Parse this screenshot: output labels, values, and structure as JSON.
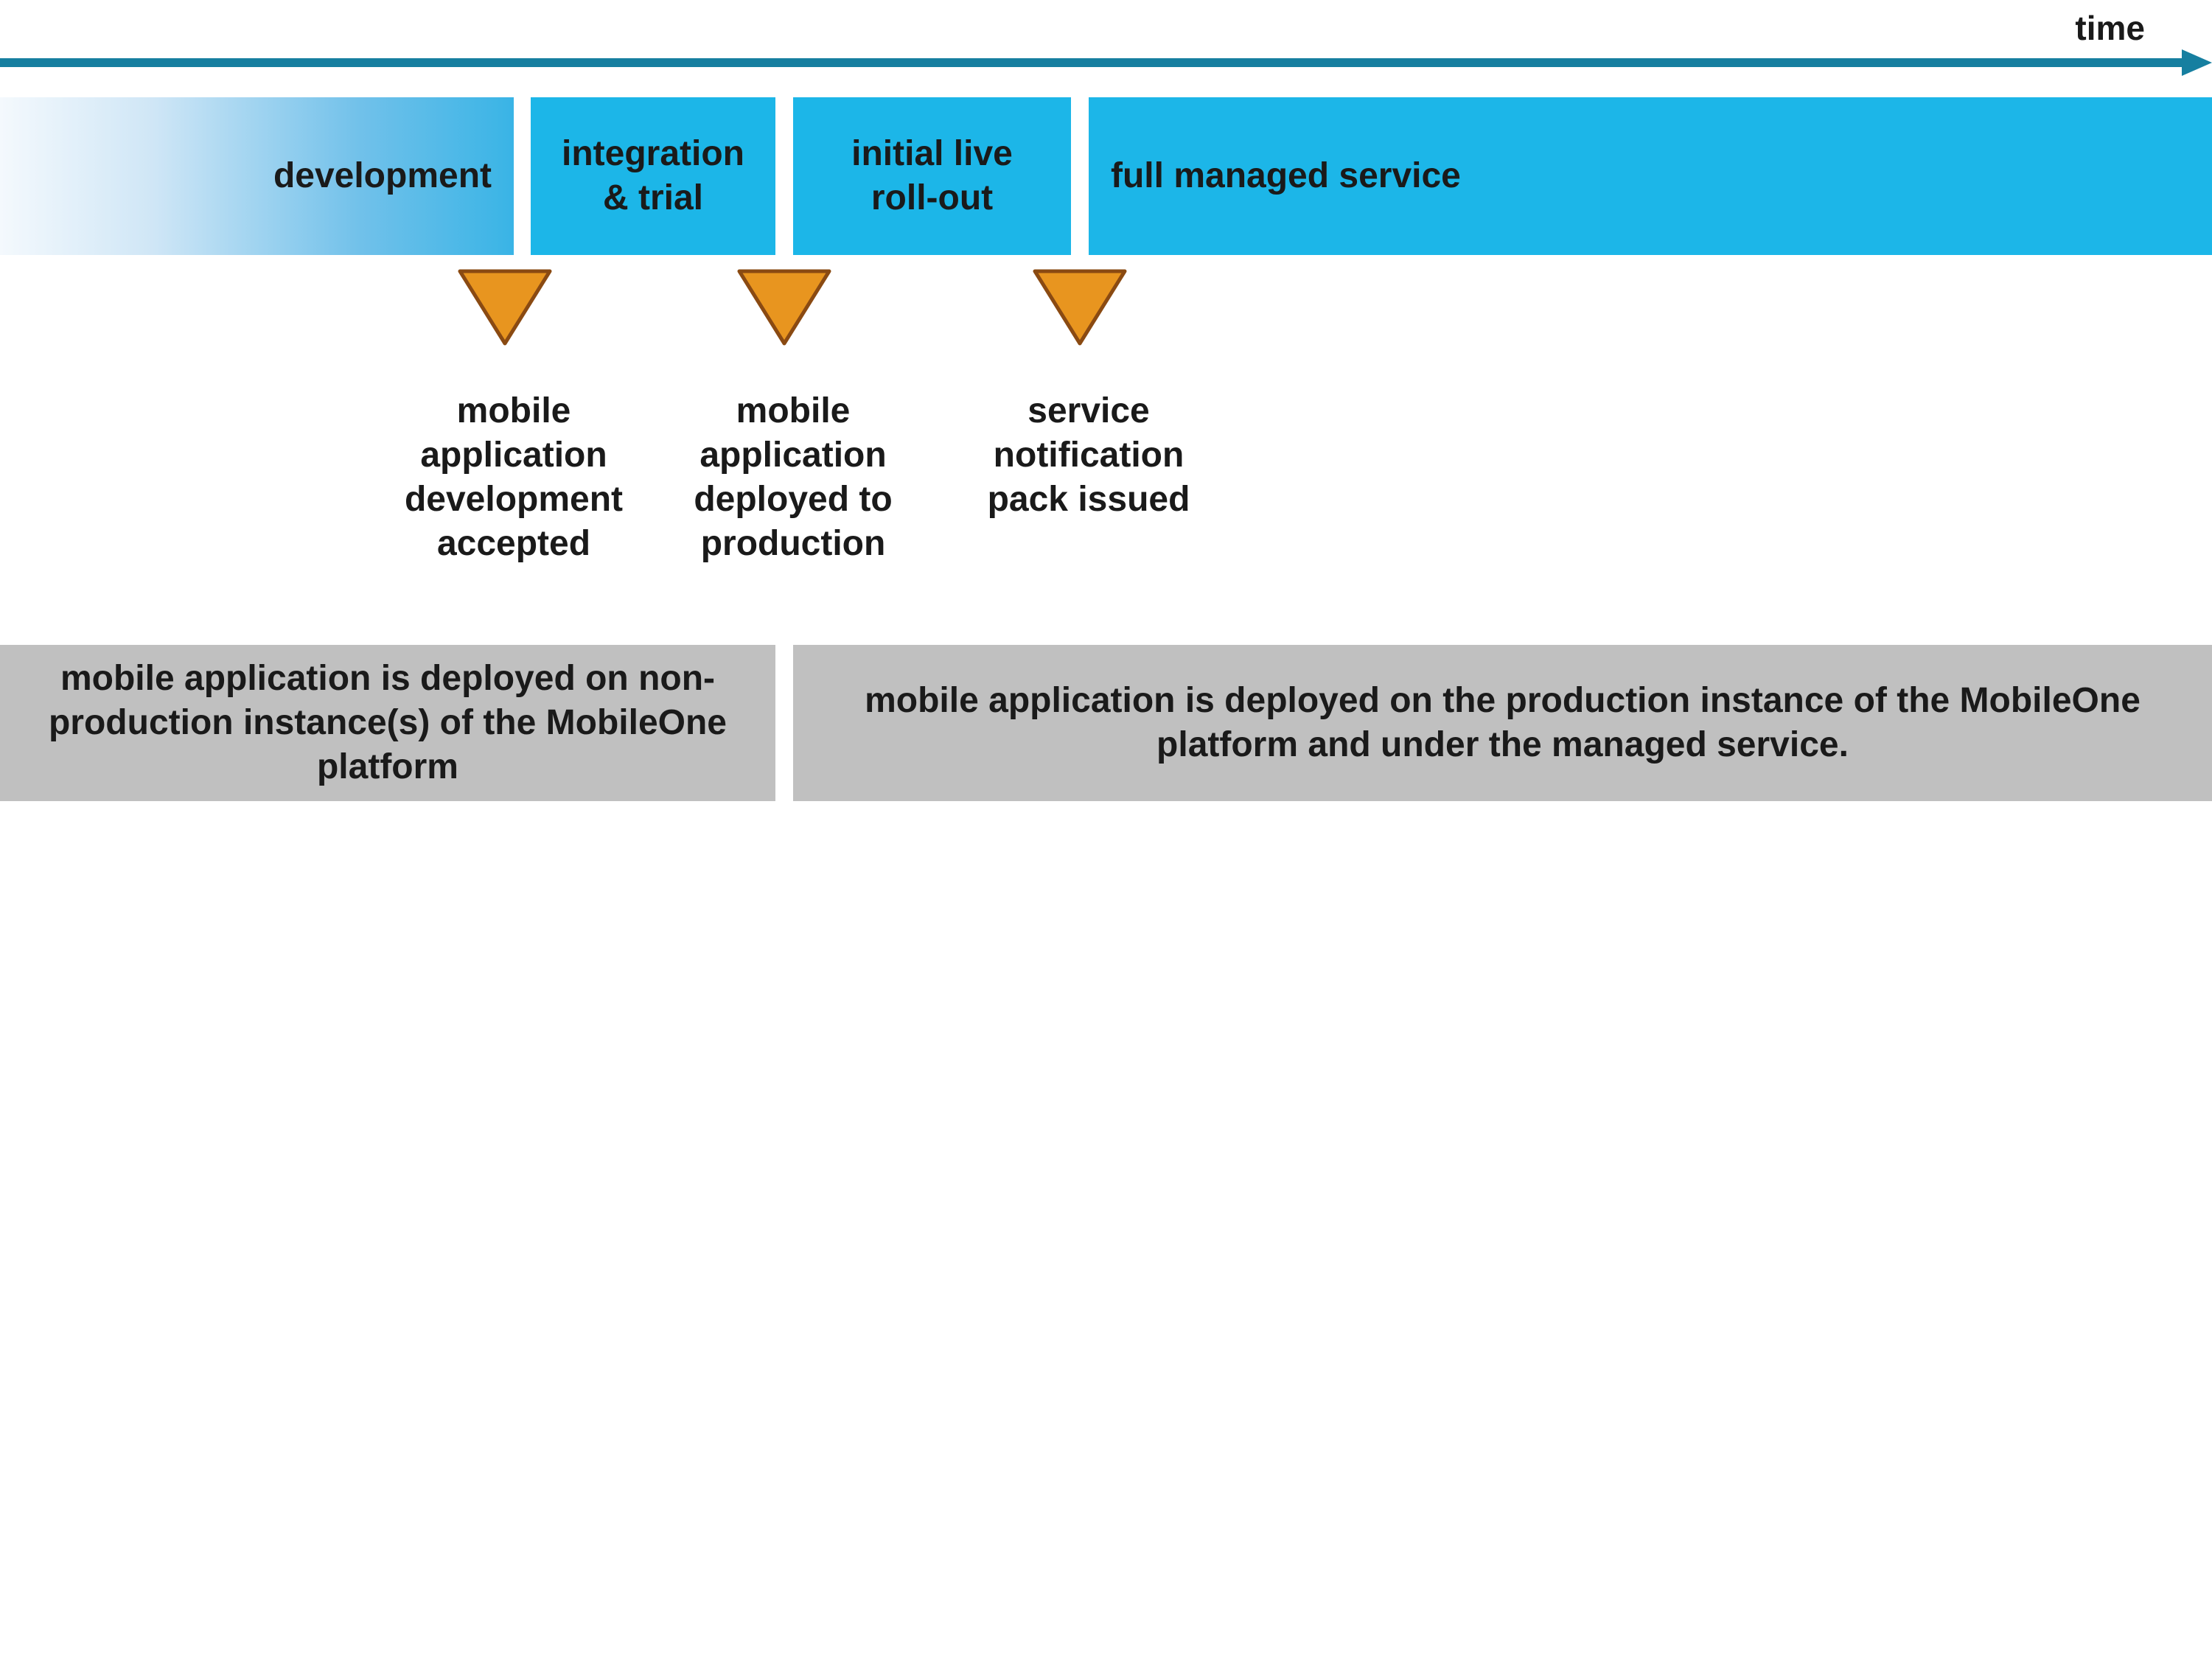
{
  "timeline": {
    "axis_label": "time"
  },
  "phases": [
    {
      "label": "development"
    },
    {
      "label": "integration\n& trial"
    },
    {
      "label": "initial live\nroll-out"
    },
    {
      "label": "full managed service"
    }
  ],
  "milestones": [
    {
      "label": "mobile\napplication\ndevelopment\naccepted"
    },
    {
      "label": "mobile\napplication\ndeployed to\nproduction"
    },
    {
      "label": "service\nnotification\npack issued"
    }
  ],
  "deployment_notes": [
    {
      "text": "mobile application is deployed on non-\nproduction instance(s) of the MobileOne\nplatform"
    },
    {
      "text": "mobile application is deployed on the production instance of the MobileOne\nplatform and under the managed service."
    }
  ],
  "colors": {
    "timeline_arrow": "#167fa0",
    "phase_fill": "#1cb6e8",
    "milestone_fill": "#e8951f",
    "milestone_stroke": "#8a4a12",
    "note_fill": "#c0c0c0"
  }
}
